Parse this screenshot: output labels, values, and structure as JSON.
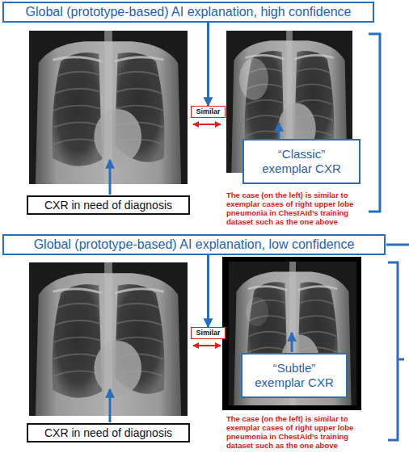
{
  "diagram": {
    "nodes": [
      {
        "text": [
          "Global (prototype-based) AI explanation, high confidence"
        ]
      },
      {
        "text": [
          "CXR in need of diagnosis"
        ]
      },
      {
        "text": [
          "Similar"
        ]
      },
      {
        "text": [
          "“Classic” exemplar CXR"
        ]
      },
      {
        "text": [
          "Global (prototype-based) AI explanation, low confidence"
        ]
      },
      {
        "text": [
          "CXR in need of diagnosis"
        ]
      },
      {
        "text": [
          "Similar"
        ]
      },
      {
        "text": [
          "“Subtle” exemplar CXR"
        ]
      }
    ],
    "edges": [
      {
        "from": 0,
        "to": 2,
        "arrow": "to"
      },
      {
        "from": 4,
        "to": 6,
        "arrow": "to"
      }
    ],
    "labels": [
      "The case (on the left) is similar to exemplar cases of right upper lobe pneumonia in ChestAId’s training dataset such as the one above",
      "The case (on the left) is similar to exemplar cases of right upper lobe pneumonia in ChestAId’s training dataset such as the one above"
    ]
  }
}
